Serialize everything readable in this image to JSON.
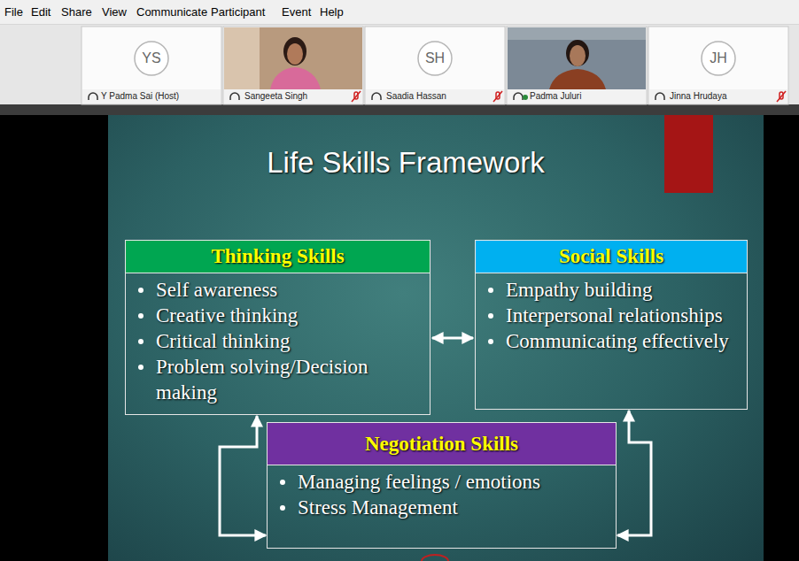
{
  "diagram": {
    "title": "Life Skills Framework",
    "nodes": [
      {
        "text": [
          "Thinking Skills",
          "Self awareness",
          "Creative thinking",
          "Critical thinking",
          "Problem solving/Decision making"
        ]
      },
      {
        "text": [
          "Social Skills",
          "Empathy building",
          "Interpersonal relationships",
          "Communicating effectively"
        ]
      },
      {
        "text": [
          "Negotiation Skills",
          "Managing feelings / emotions",
          "Stress Management"
        ]
      }
    ],
    "edges": [
      {
        "from": 0,
        "to": 1,
        "arrow": "both"
      },
      {
        "from": 2,
        "to": 0,
        "arrow": "both"
      },
      {
        "from": 2,
        "to": 1,
        "arrow": "both"
      }
    ],
    "labels": [
      "File",
      "Edit",
      "Share",
      "View",
      "Communicate",
      "Participant",
      "Event",
      "Help",
      "YS",
      "Y Padma Sai (Host)",
      "Sangeeta Singh",
      "SH",
      "Saadia Hassan",
      "Padma Juluri",
      "JH",
      "Jinna Hrudaya"
    ]
  }
}
